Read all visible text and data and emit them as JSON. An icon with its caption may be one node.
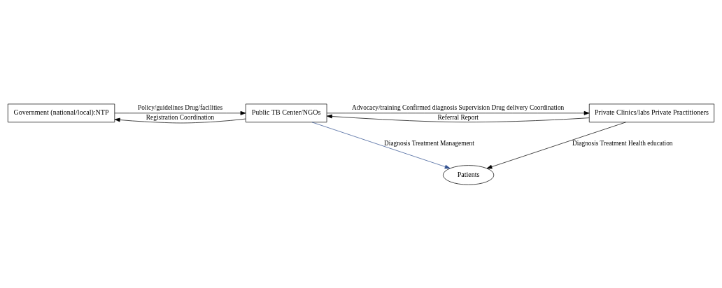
{
  "diagram": {
    "nodes": [
      {
        "text": [
          "Government (national/local):NTP"
        ]
      },
      {
        "text": [
          "Public TB Center/NGOs"
        ]
      },
      {
        "text": [
          "Private Clinics/labs Private Practitioners"
        ]
      },
      {
        "text": [
          "Patients"
        ]
      }
    ],
    "edges": [
      {
        "from": 0,
        "to": 1,
        "arrow": "to",
        "label": "Policy/guidelines Drug/facilities"
      },
      {
        "from": 1,
        "to": 0,
        "arrow": "to",
        "label": "Registration Coordination"
      },
      {
        "from": 1,
        "to": 2,
        "arrow": "to",
        "label": "Advocacy/training Confirmed diagnosis Supervision Drug delivery Coordination"
      },
      {
        "from": 2,
        "to": 1,
        "arrow": "to",
        "label": "Referral Report"
      },
      {
        "from": 1,
        "to": 3,
        "arrow": "to",
        "label": "Diagnosis Treatment Management",
        "color": "#2f4f8f"
      },
      {
        "from": 2,
        "to": 3,
        "arrow": "to",
        "label": "Diagnosis Treatment Health education"
      }
    ]
  }
}
